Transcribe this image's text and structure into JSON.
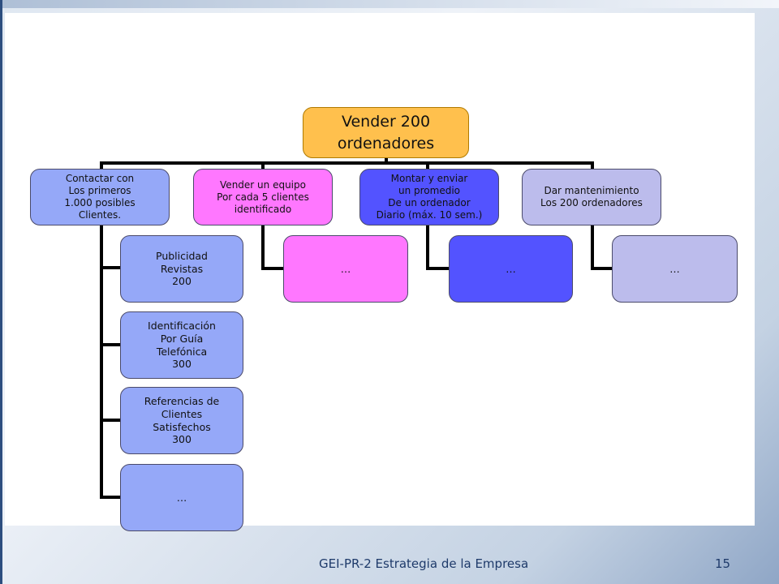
{
  "diagram": {
    "root": "Vender 200\nordenadores",
    "branches": [
      {
        "label": "Contactar con\nLos primeros\n1.000 posibles\nClientes.",
        "color": "#95a8f8",
        "children": [
          "Publicidad\nRevistas\n200",
          "Identificación\nPor Guía\nTelefónica\n300",
          "Referencias de\nClientes\nSatisfechos\n300",
          "…"
        ]
      },
      {
        "label": "Vender un equipo\nPor cada 5 clientes\nidentificado",
        "color": "#ff77ff",
        "children": [
          "…"
        ]
      },
      {
        "label": "Montar y enviar\nun promedio\nDe un ordenador\nDiario (máx. 10 sem.)",
        "color": "#5353ff",
        "children": [
          "…"
        ]
      },
      {
        "label": "Dar mantenimiento\nLos 200 ordenadores",
        "color": "#bcbcec",
        "children": [
          "…"
        ]
      }
    ]
  },
  "footer": {
    "title": "GEI-PR-2 Estrategia de la Empresa",
    "page_number": "15"
  }
}
